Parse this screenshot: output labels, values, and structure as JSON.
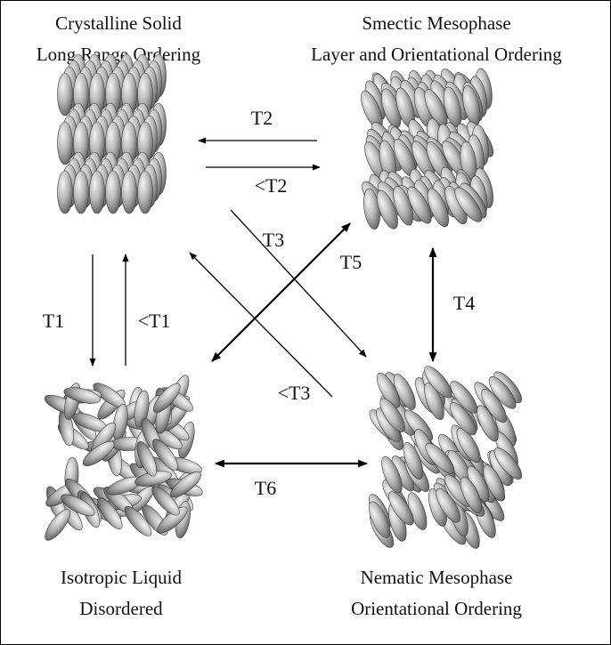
{
  "phases": {
    "crystalline": {
      "title": "Crystalline Solid",
      "subtitle": "Long Range Ordering"
    },
    "smectic": {
      "title": "Smectic Mesophase",
      "subtitle": "Layer and Orientational Ordering"
    },
    "isotropic": {
      "title": "Isotropic Liquid",
      "subtitle": "Disordered"
    },
    "nematic": {
      "title": "Nematic Mesophase",
      "subtitle": "Orientational Ordering"
    }
  },
  "transitions": {
    "t1": "T1",
    "lt1": "<T1",
    "t2": "T2",
    "lt2": "<T2",
    "t3": "T3",
    "lt3": "<T3",
    "t4": "T4",
    "t5": "T5",
    "t6": "T6"
  },
  "colors": {
    "line": "#000000",
    "molecule_light": "#f2f2f2",
    "molecule_dark": "#4a4a4a"
  },
  "icons": {
    "molecule": "ellipsoid-molecule"
  }
}
